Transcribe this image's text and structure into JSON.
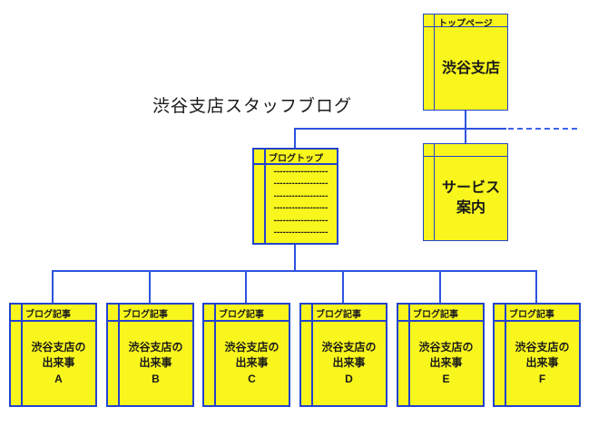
{
  "colors": {
    "box_fill": "#F8F61C",
    "box_border": "#2343CF",
    "connector": "#2E53E0",
    "dashed_connector": "#3E64E8",
    "text": "#1a1a1a"
  },
  "diagram_title": "渋谷支店スタッフブログ",
  "nodes": {
    "top_page": {
      "tab_label": "トップページ",
      "body": "渋谷支店"
    },
    "service": {
      "tab_label": "",
      "body": "サービス\n案内"
    },
    "blog_top": {
      "tab_label": "ブログトップ",
      "placeholder_lines": [
        "------------------",
        "------------------",
        "------------------",
        "------------------",
        "------------------",
        "------------------"
      ]
    }
  },
  "articles": [
    {
      "tab_label": "ブログ記事",
      "body": "渋谷支店の\n出来事\nA"
    },
    {
      "tab_label": "ブログ記事",
      "body": "渋谷支店の\n出来事\nB"
    },
    {
      "tab_label": "ブログ記事",
      "body": "渋谷支店の\n出来事\nC"
    },
    {
      "tab_label": "ブログ記事",
      "body": "渋谷支店の\n出来事\nD"
    },
    {
      "tab_label": "ブログ記事",
      "body": "渋谷支店の\n出来事\nE"
    },
    {
      "tab_label": "ブログ記事",
      "body": "渋谷支店の\n出来事\nF"
    }
  ]
}
